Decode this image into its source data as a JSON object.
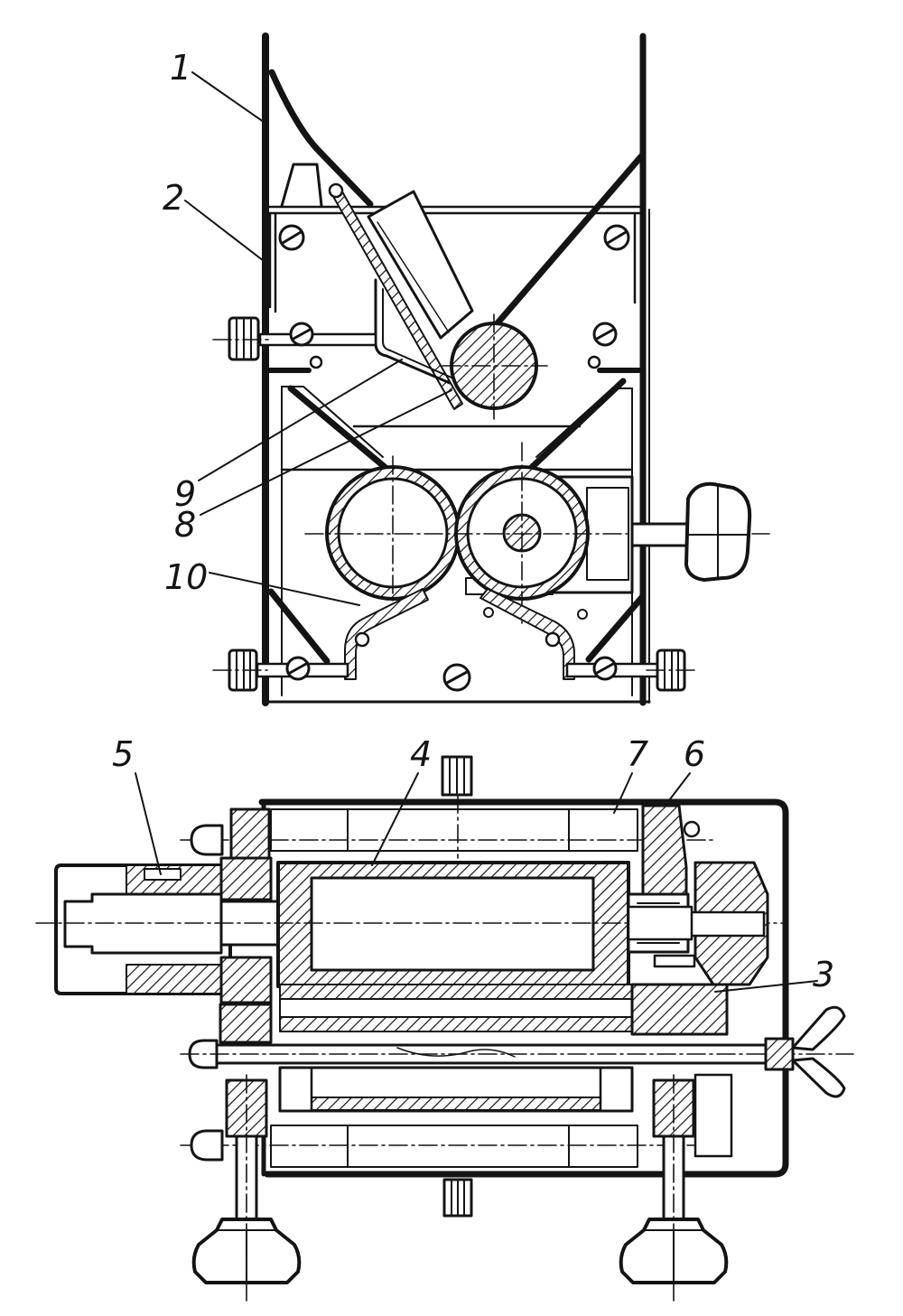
{
  "colors": {
    "ink": "#141414",
    "paper": "#ffffff"
  },
  "top_view": {
    "callouts": [
      "1",
      "2",
      "9",
      "8",
      "10"
    ]
  },
  "bottom_view": {
    "callouts": [
      "5",
      "4",
      "7",
      "6",
      "3"
    ]
  }
}
